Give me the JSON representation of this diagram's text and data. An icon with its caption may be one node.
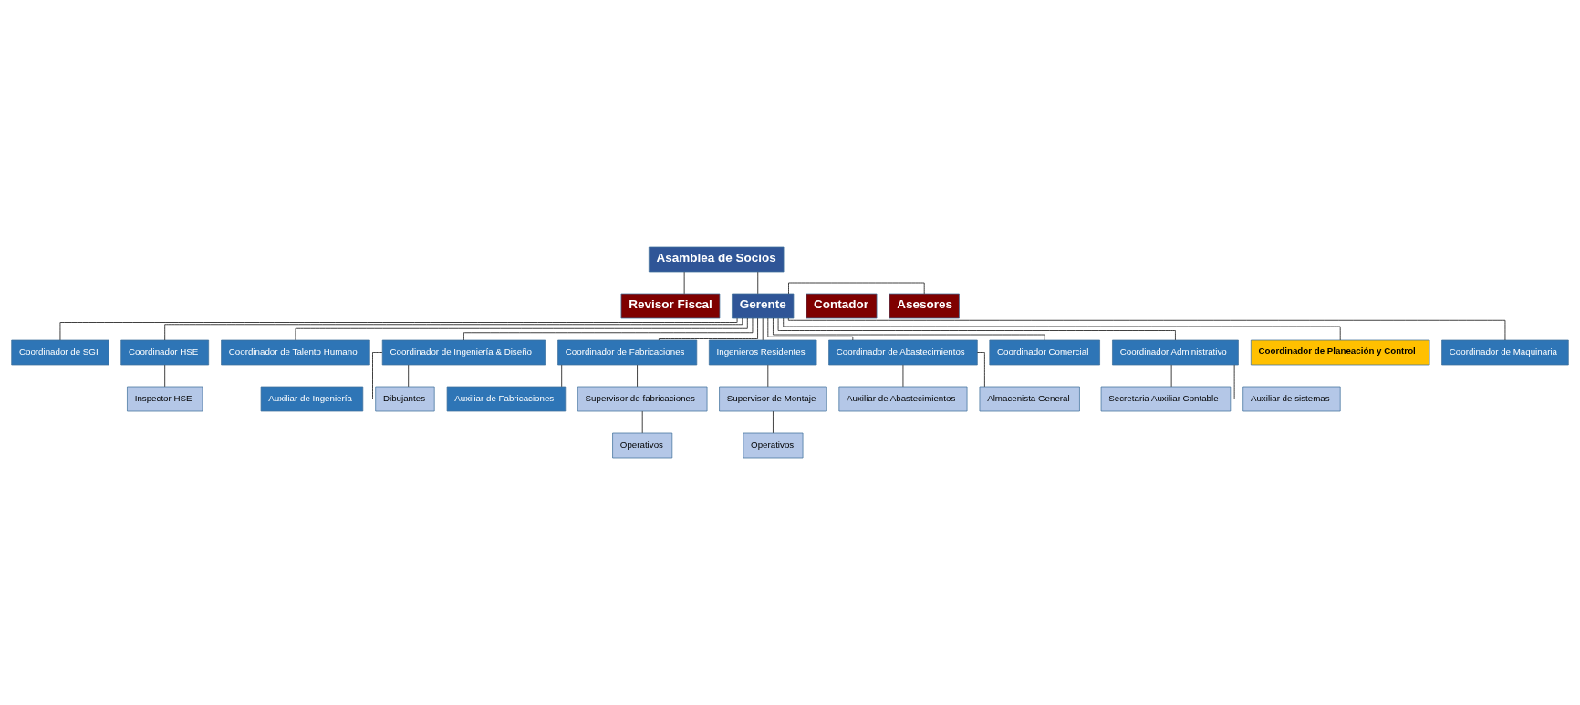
{
  "diagram": {
    "nodes": [
      {
        "text": [
          "Asamblea de Socios"
        ]
      },
      {
        "text": [
          "Revisor Fiscal"
        ]
      },
      {
        "text": [
          "Gerente"
        ]
      },
      {
        "text": [
          "Asesores"
        ]
      },
      {
        "text": [
          "Contador"
        ]
      },
      {
        "text": [
          "Coordinador de SGI"
        ]
      },
      {
        "text": [
          "Coordinador HSE"
        ]
      },
      {
        "text": [
          "Coordinador de Talento Humano"
        ]
      },
      {
        "text": [
          "Coordinador de Ingeniería & Diseño"
        ]
      },
      {
        "text": [
          "Coordinador de Fabricaciones"
        ]
      },
      {
        "text": [
          "Ingenieros Residentes"
        ]
      },
      {
        "text": [
          "Coordinador de Abastecimientos"
        ]
      },
      {
        "text": [
          "Coordinador Comercial"
        ]
      },
      {
        "text": [
          "Coordinador Administrativo"
        ]
      },
      {
        "text": [
          "Coordinador de Planeación y Control"
        ]
      },
      {
        "text": [
          "Coordinador de Maquinaria"
        ]
      },
      {
        "text": [
          "Auxiliar de Ingeniería"
        ]
      },
      {
        "text": [
          "Auxiliar de Fabricaciones"
        ]
      },
      {
        "text": [
          "Auxiliar de Abastecimientos"
        ]
      },
      {
        "text": [
          "Secretaria Auxiliar Contable"
        ]
      },
      {
        "text": [
          "Dibujantes"
        ]
      },
      {
        "text": [
          "Inspector HSE"
        ]
      },
      {
        "text": [
          "Supervisor de fabricaciones"
        ]
      },
      {
        "text": [
          "Supervisor de Montaje"
        ]
      },
      {
        "text": [
          "Almacenista General"
        ]
      },
      {
        "text": [
          "Auxiliar de sistemas"
        ]
      },
      {
        "text": [
          "Operativos"
        ]
      },
      {
        "text": [
          "Operativos"
        ]
      }
    ],
    "edges": [
      {
        "from": 0,
        "to": 1,
        "arrow": "none"
      },
      {
        "from": 0,
        "to": 2,
        "arrow": "none"
      },
      {
        "from": 2,
        "to": 3,
        "arrow": "none"
      },
      {
        "from": 2,
        "to": 4,
        "arrow": "none"
      },
      {
        "from": 2,
        "to": 5,
        "arrow": "none"
      },
      {
        "from": 2,
        "to": 6,
        "arrow": "none"
      },
      {
        "from": 2,
        "to": 7,
        "arrow": "none"
      },
      {
        "from": 2,
        "to": 8,
        "arrow": "none"
      },
      {
        "from": 2,
        "to": 9,
        "arrow": "none"
      },
      {
        "from": 2,
        "to": 15,
        "arrow": "none"
      },
      {
        "from": 2,
        "to": 10,
        "arrow": "none"
      },
      {
        "from": 2,
        "to": 11,
        "arrow": "none"
      },
      {
        "from": 2,
        "to": 12,
        "arrow": "none"
      },
      {
        "from": 2,
        "to": 13,
        "arrow": "none"
      },
      {
        "from": 2,
        "to": 14,
        "arrow": "none"
      },
      {
        "from": 6,
        "to": 21,
        "arrow": "none"
      },
      {
        "from": 8,
        "to": 16,
        "arrow": "none"
      },
      {
        "from": 8,
        "to": 20,
        "arrow": "none"
      },
      {
        "from": 9,
        "to": 17,
        "arrow": "none"
      },
      {
        "from": 9,
        "to": 22,
        "arrow": "none"
      },
      {
        "from": 22,
        "to": 26,
        "arrow": "none"
      },
      {
        "from": 10,
        "to": 23,
        "arrow": "none"
      },
      {
        "from": 23,
        "to": 27,
        "arrow": "none"
      },
      {
        "from": 11,
        "to": 18,
        "arrow": "none"
      },
      {
        "from": 11,
        "to": 24,
        "arrow": "none"
      },
      {
        "from": 13,
        "to": 19,
        "arrow": "none"
      },
      {
        "from": 13,
        "to": 25,
        "arrow": "none"
      }
    ]
  }
}
